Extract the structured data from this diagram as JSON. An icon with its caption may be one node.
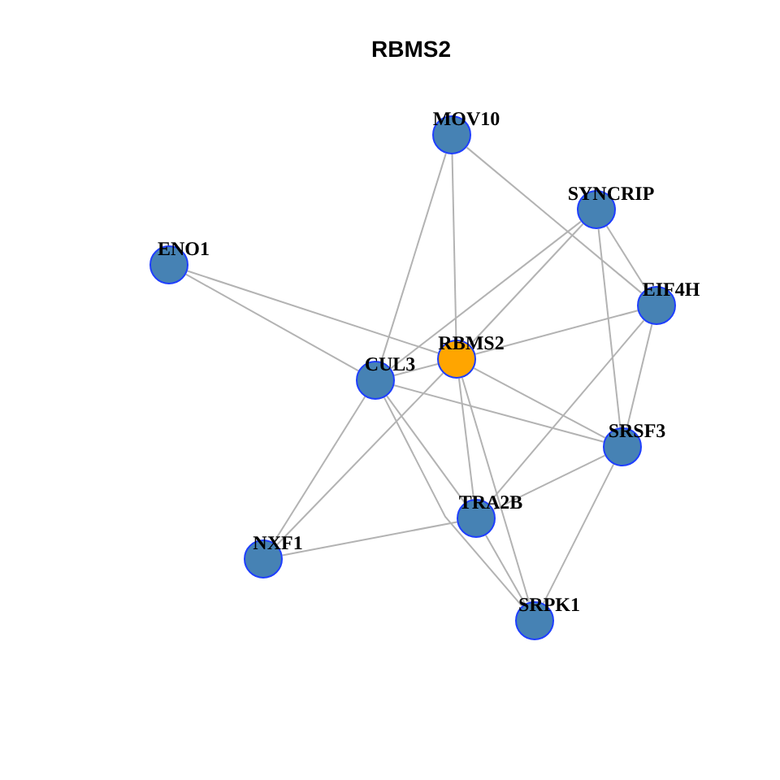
{
  "diagram": {
    "title": "RBMS2",
    "nodes": [
      {
        "text": [
          "MOV10"
        ]
      },
      {
        "text": [
          "SYNCRIP"
        ]
      },
      {
        "text": [
          "ENO1"
        ]
      },
      {
        "text": [
          "EIF4H"
        ]
      },
      {
        "text": [
          "RBMS2"
        ]
      },
      {
        "text": [
          "CUL3"
        ]
      },
      {
        "text": [
          "SRSF3"
        ]
      },
      {
        "text": [
          "TRA2B"
        ]
      },
      {
        "text": [
          "NXF1"
        ]
      },
      {
        "text": [
          "SRPK1"
        ]
      }
    ],
    "edges": [
      {
        "from": 0,
        "to": 5,
        "arrow": "none"
      },
      {
        "from": 0,
        "to": 4,
        "arrow": "none"
      },
      {
        "from": 0,
        "to": 3,
        "arrow": "none"
      },
      {
        "from": 1,
        "to": 5,
        "arrow": "none"
      },
      {
        "from": 1,
        "to": 4,
        "arrow": "none"
      },
      {
        "from": 1,
        "to": 3,
        "arrow": "none"
      },
      {
        "from": 1,
        "to": 6,
        "arrow": "none"
      },
      {
        "from": 2,
        "to": 5,
        "arrow": "none"
      },
      {
        "from": 2,
        "to": 4,
        "arrow": "none"
      },
      {
        "from": 3,
        "to": 4,
        "arrow": "none"
      },
      {
        "from": 3,
        "to": 6,
        "arrow": "none"
      },
      {
        "from": 3,
        "to": 7,
        "arrow": "none"
      },
      {
        "from": 4,
        "to": 5,
        "arrow": "none"
      },
      {
        "from": 4,
        "to": 6,
        "arrow": "none"
      },
      {
        "from": 4,
        "to": 7,
        "arrow": "none"
      },
      {
        "from": 4,
        "to": 9,
        "arrow": "none"
      },
      {
        "from": 4,
        "to": 8,
        "arrow": "none"
      },
      {
        "from": 5,
        "to": 6,
        "arrow": "none"
      },
      {
        "from": 5,
        "to": 7,
        "arrow": "none"
      },
      {
        "from": 5,
        "to": 9,
        "arrow": "none"
      },
      {
        "from": 5,
        "to": 8,
        "arrow": "none"
      },
      {
        "from": 6,
        "to": 7,
        "arrow": "none"
      },
      {
        "from": 6,
        "to": 9,
        "arrow": "none"
      },
      {
        "from": 7,
        "to": 8,
        "arrow": "none"
      },
      {
        "from": 7,
        "to": 9,
        "arrow": "none"
      }
    ]
  }
}
